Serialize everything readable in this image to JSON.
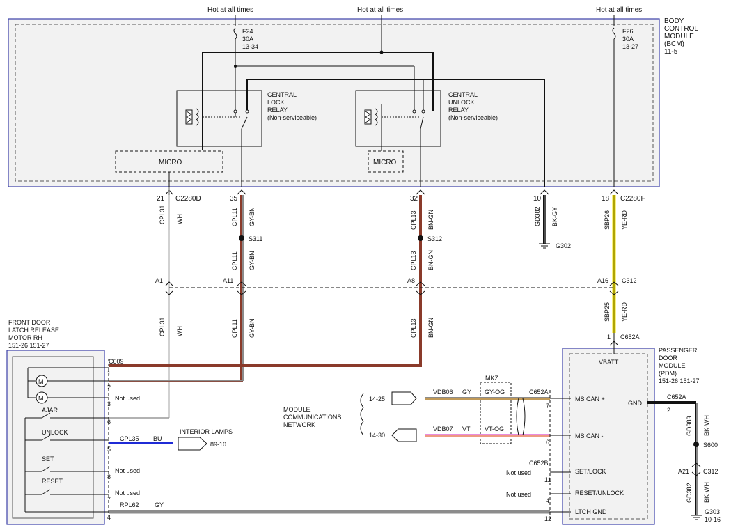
{
  "hot_label": "Hot at all times",
  "bcm": {
    "name": [
      "BODY",
      "CONTROL",
      "MODULE",
      "(BCM)",
      "11-5"
    ],
    "fuse_f24": [
      "F24",
      "30A",
      "13-34"
    ],
    "fuse_f26": [
      "F26",
      "30A",
      "13-27"
    ],
    "lock_relay": [
      "CENTRAL",
      "LOCK",
      "RELAY",
      "(Non-serviceable)"
    ],
    "unlock_relay": [
      "CENTRAL",
      "UNLOCK",
      "RELAY",
      "(Non-serviceable)"
    ],
    "micro": "MICRO"
  },
  "connectors": {
    "c2280d": "C2280D",
    "c2280f": "C2280F",
    "c312": "C312",
    "c609": "C609",
    "c652a": "C652A",
    "c652b": "C652B"
  },
  "bcm_pins": {
    "p21": "21",
    "p35": "35",
    "p32": "32",
    "p10": "10",
    "p18": "18"
  },
  "c312_pins": {
    "a1": "A1",
    "a11": "A11",
    "a8": "A8",
    "a16": "A16",
    "a21": "A21"
  },
  "splices": {
    "s311": "S311",
    "s312": "S312",
    "s600": "S600"
  },
  "grounds": {
    "g302": "G302",
    "g303": [
      "G303",
      "10-16"
    ]
  },
  "wires": {
    "cpl31": "CPL31",
    "wh": "WH",
    "cpl11": "CPL11",
    "gy_bn": "GY-BN",
    "cpl13": "CPL13",
    "bn_gn": "BN-GN",
    "gd382": "GD382",
    "bk_gy": "BK-GY",
    "sbp26": "SBP26",
    "ye_rd": "YE-RD",
    "sbp25": "SBP25",
    "cpl35": "CPL35",
    "bu": "BU",
    "rpl62": "RPL62",
    "gy": "GY",
    "vdb06": "VDB06",
    "vdb06_color": "GY",
    "gy_og": "GY-OG",
    "vdb07": "VDB07",
    "vdb07_color": "VT",
    "vt_og": "VT-OG",
    "gd383": "GD383",
    "bk_wh": "BK-WH"
  },
  "latch_motor": {
    "name": [
      "FRONT DOOR",
      "LATCH RELEASE",
      "MOTOR RH",
      "151-26  151-27"
    ],
    "switches": [
      "AJAR",
      "UNLOCK",
      "SET",
      "RESET"
    ],
    "pins": [
      "1",
      "2",
      "3",
      "6",
      "5",
      "8",
      "7",
      "4"
    ],
    "not_used": "Not used"
  },
  "interior_lamps": {
    "name": "INTERIOR LAMPS",
    "ref": "89-10"
  },
  "network": {
    "name": [
      "MODULE",
      "COMMUNICATIONS",
      "NETWORK"
    ],
    "ref_plus": "14-25",
    "ref_minus": "14-30",
    "mkz": "MKZ"
  },
  "pdm": {
    "name": [
      "PASSENGER",
      "DOOR",
      "MODULE",
      "(PDM)",
      "151-26  151-27"
    ],
    "vbatt": "VBATT",
    "pins": [
      "MS CAN +",
      "MS CAN -",
      "SET/LOCK",
      "RESET/UNLOCK",
      "LTCH GND"
    ],
    "gnd": "GND",
    "pin_numbers": {
      "vbatt": "1",
      "can_plus": "7",
      "can_minus": "6",
      "set_lock": "11",
      "reset_unlock": "4",
      "ltch_gnd": "12",
      "gnd": "2"
    }
  },
  "colors": {
    "bn": "#8a3a2a",
    "gy": "#8c8c8c",
    "ye": "#f2e200",
    "rd": "#d22",
    "bu": "#1f2bd6",
    "vt": "#e88ce0",
    "og": "#f5a623",
    "module_border": "#3b3fa8"
  }
}
